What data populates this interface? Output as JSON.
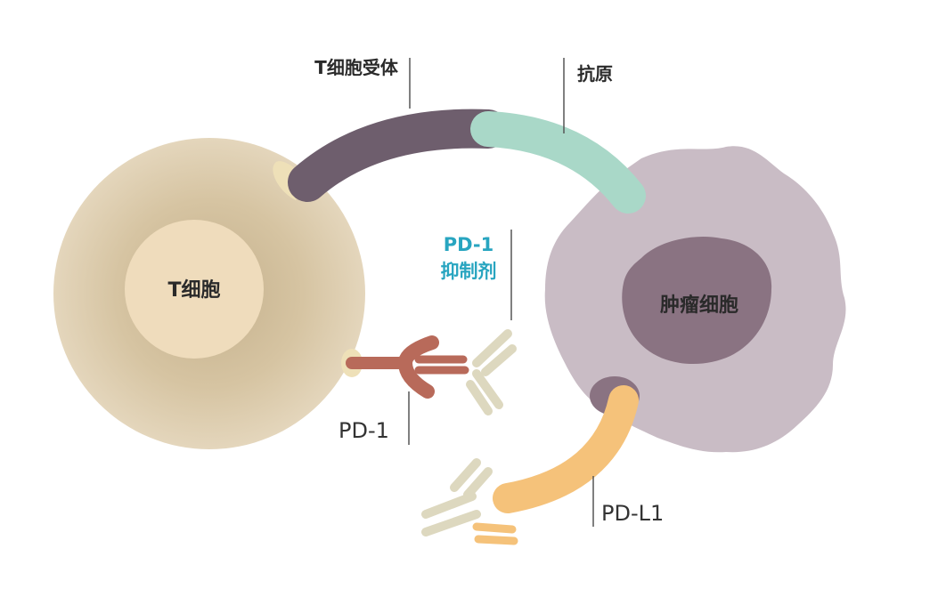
{
  "labels": {
    "t_cell_receptor": "T细胞受体",
    "antigen": "抗原",
    "t_cell": "T细胞",
    "tumor_cell": "肿瘤细胞",
    "pd1_inhibitor_line1": "PD-1",
    "pd1_inhibitor_line2": "抑制剂",
    "pd1": "PD-1",
    "pdl1": "PD-L1"
  },
  "colors": {
    "t_cell_outer": "#d9c8a8",
    "t_cell_nucleus": "#efdcbc",
    "tumor_cell": "#c9bcc5",
    "tumor_nucleus": "#8a7382",
    "tcr": "#6e5e6d",
    "antigen": "#a9d8c8",
    "pd1": "#b86a5a",
    "pdl1": "#f5c27a",
    "antibody": "#ddd8bf",
    "inhibitor_text": "#28a5c0"
  }
}
